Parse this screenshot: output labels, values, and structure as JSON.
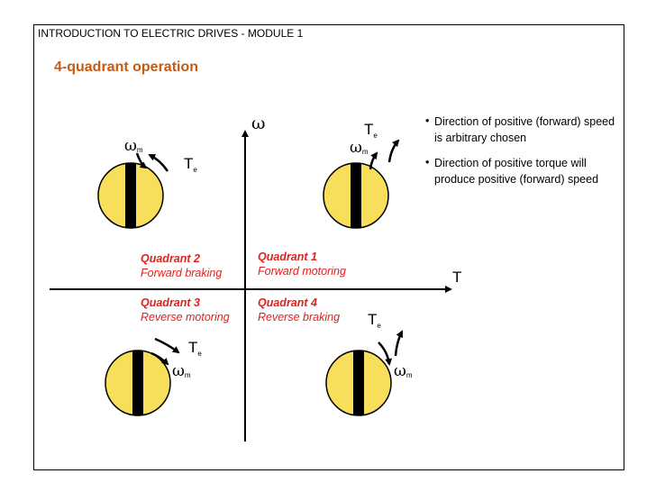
{
  "header": "INTRODUCTION TO ELECTRIC DRIVES - MODULE 1",
  "title": "4-quadrant operation",
  "axes": {
    "vertical": "ω",
    "horizontal": "T"
  },
  "symbols": {
    "omega": "ω",
    "omega_sub": "m",
    "torque": "T",
    "torque_sub": "e"
  },
  "quadrants": [
    {
      "name": "Quadrant 1",
      "desc": "Forward motoring"
    },
    {
      "name": "Quadrant 2",
      "desc": "Forward braking"
    },
    {
      "name": "Quadrant 3",
      "desc": "Reverse motoring"
    },
    {
      "name": "Quadrant 4",
      "desc": "Reverse braking"
    }
  ],
  "bullets": [
    "Direction of positive (forward) speed is arbitrary chosen",
    "Direction of positive torque will produce positive (forward) speed"
  ],
  "colors": {
    "title": "#c55a11",
    "quadrant_name": "#e0211d",
    "quadrant_desc": "#e0211d",
    "motor_fill": "#f7df5c"
  }
}
